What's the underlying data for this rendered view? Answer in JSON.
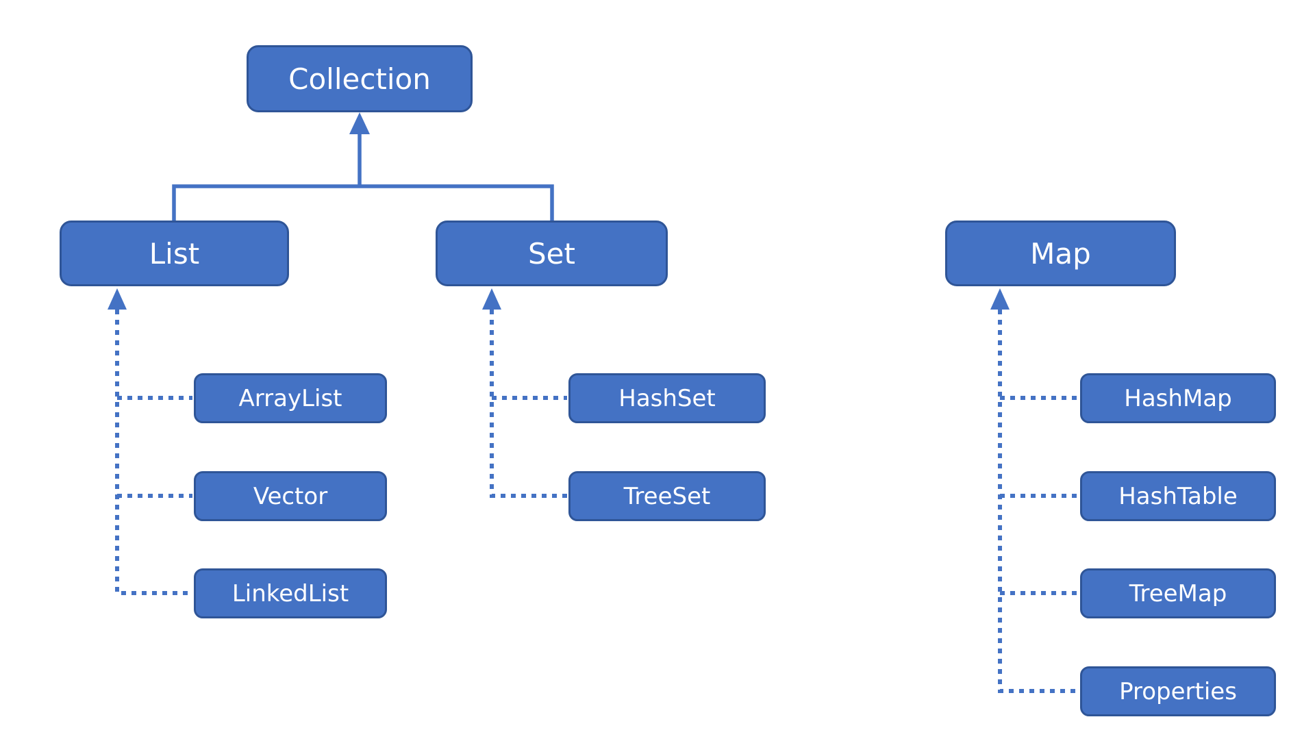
{
  "theme": {
    "accent": "#4472C4",
    "node_fill": "#4472C4",
    "node_border": "#2F5597",
    "node_text": "#FFFFFF",
    "background": "#FFFFFF"
  },
  "diagram": {
    "kind": "java-collections-hierarchy",
    "nodes": {
      "collection": {
        "label": "Collection",
        "level": "root"
      },
      "list": {
        "label": "List",
        "level": "interface"
      },
      "set": {
        "label": "Set",
        "level": "interface"
      },
      "map": {
        "label": "Map",
        "level": "interface"
      },
      "arraylist": {
        "label": "ArrayList",
        "level": "class"
      },
      "vector": {
        "label": "Vector",
        "level": "class"
      },
      "linkedlist": {
        "label": "LinkedList",
        "level": "class"
      },
      "hashset": {
        "label": "HashSet",
        "level": "class"
      },
      "treeset": {
        "label": "TreeSet",
        "level": "class"
      },
      "hashmap": {
        "label": "HashMap",
        "level": "class"
      },
      "hashtable": {
        "label": "HashTable",
        "level": "class"
      },
      "treemap": {
        "label": "TreeMap",
        "level": "class"
      },
      "properties": {
        "label": "Properties",
        "level": "class"
      }
    },
    "edges": [
      {
        "from": "List",
        "to": "Collection",
        "style": "solid-arrow"
      },
      {
        "from": "Set",
        "to": "Collection",
        "style": "solid-arrow"
      },
      {
        "from": "ArrayList",
        "to": "List",
        "style": "dotted-arrow"
      },
      {
        "from": "Vector",
        "to": "List",
        "style": "dotted-arrow"
      },
      {
        "from": "LinkedList",
        "to": "List",
        "style": "dotted-arrow"
      },
      {
        "from": "HashSet",
        "to": "Set",
        "style": "dotted-arrow"
      },
      {
        "from": "TreeSet",
        "to": "Set",
        "style": "dotted-arrow"
      },
      {
        "from": "HashMap",
        "to": "Map",
        "style": "dotted-arrow"
      },
      {
        "from": "HashTable",
        "to": "Map",
        "style": "dotted-arrow"
      },
      {
        "from": "TreeMap",
        "to": "Map",
        "style": "dotted-arrow"
      },
      {
        "from": "Properties",
        "to": "Map",
        "style": "dotted-arrow"
      }
    ]
  }
}
